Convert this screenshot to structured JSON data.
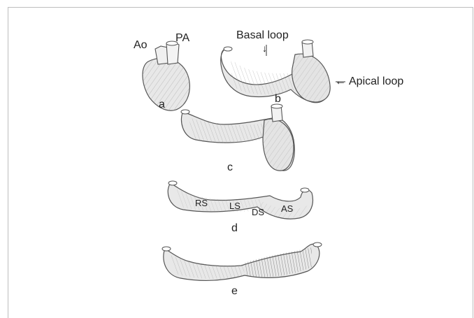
{
  "figure": {
    "labels": {
      "ao": "Ao",
      "pa": "PA",
      "basal_loop": "Basal loop",
      "apical_loop": "Apical loop",
      "a": "a",
      "b": "b",
      "c": "c",
      "d": "d",
      "e": "e",
      "rs": "RS",
      "ls": "LS",
      "ds": "DS",
      "as": "AS"
    },
    "arrows": {
      "basal_arrow": "↓",
      "apical_arrow": "←"
    },
    "colors": {
      "tissue_fill": "#e8e8e8",
      "tissue_shade": "#cfcfcf",
      "outline": "#555555",
      "frame": "#bdbdbd",
      "text": "#222222"
    }
  }
}
